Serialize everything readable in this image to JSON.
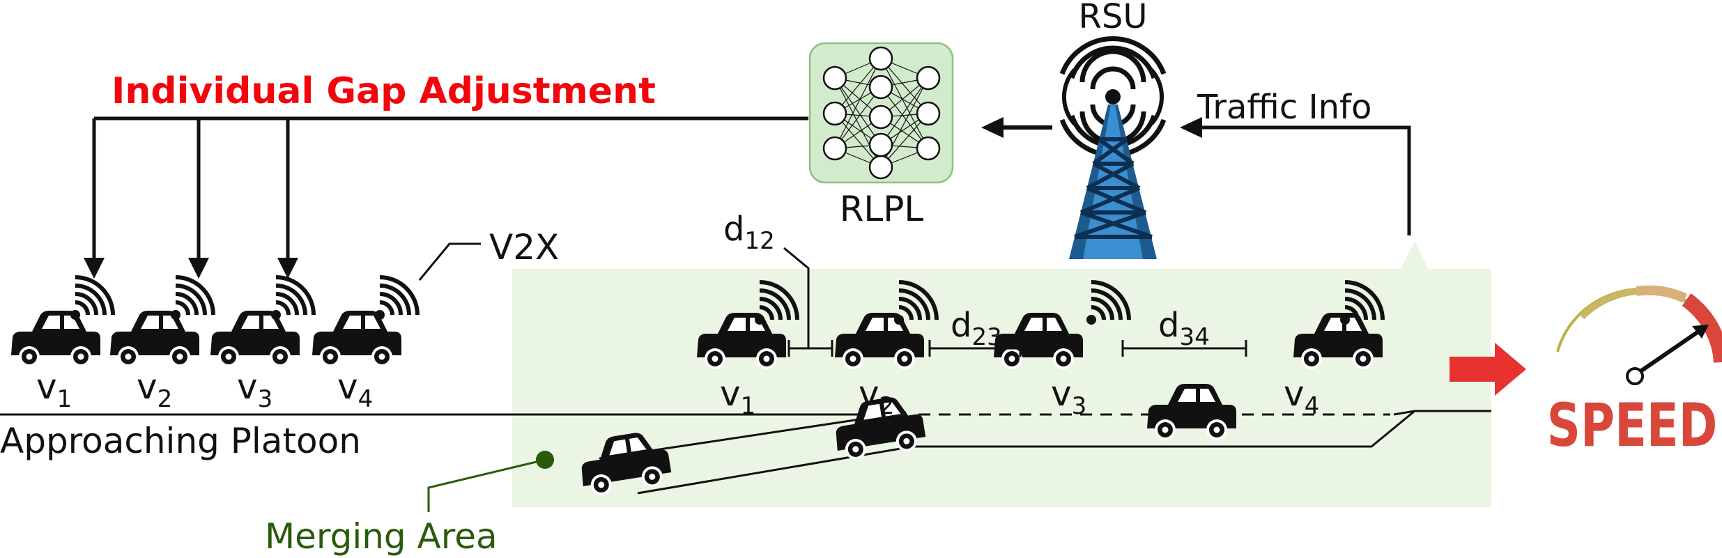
{
  "title": "Individual Gap Adjustment",
  "rsu_label": "RSU",
  "traffic_info_label": "Traffic Info",
  "rlpl_label": "RLPL",
  "v2x_label": "V2X",
  "approaching_label": "Approaching Platoon",
  "merging_label": "Merging Area",
  "speed_label": "SPEED",
  "vehicle_letter": "v",
  "approaching_vehicles": [
    "1",
    "2",
    "3",
    "4"
  ],
  "merging_vehicles": [
    "1",
    "2",
    "3",
    "4"
  ],
  "gaps": [
    {
      "letter": "d",
      "sub": "12"
    },
    {
      "letter": "d",
      "sub": "23"
    },
    {
      "letter": "d",
      "sub": "34"
    }
  ],
  "colors": {
    "title_red": "#f2050b",
    "merging_green": "#2a5a0c",
    "merge_area_fill": "#eaf6e3",
    "nn_fill": "#d3ebcd",
    "tower_blue": "#2c73ad",
    "arrow_red": "#e8322f",
    "speed_red": "#d9473b"
  },
  "icons": [
    "car-icon",
    "wifi-signal-icon",
    "neural-network-icon",
    "rsu-tower-icon",
    "speedometer-icon",
    "right-arrow-icon"
  ]
}
